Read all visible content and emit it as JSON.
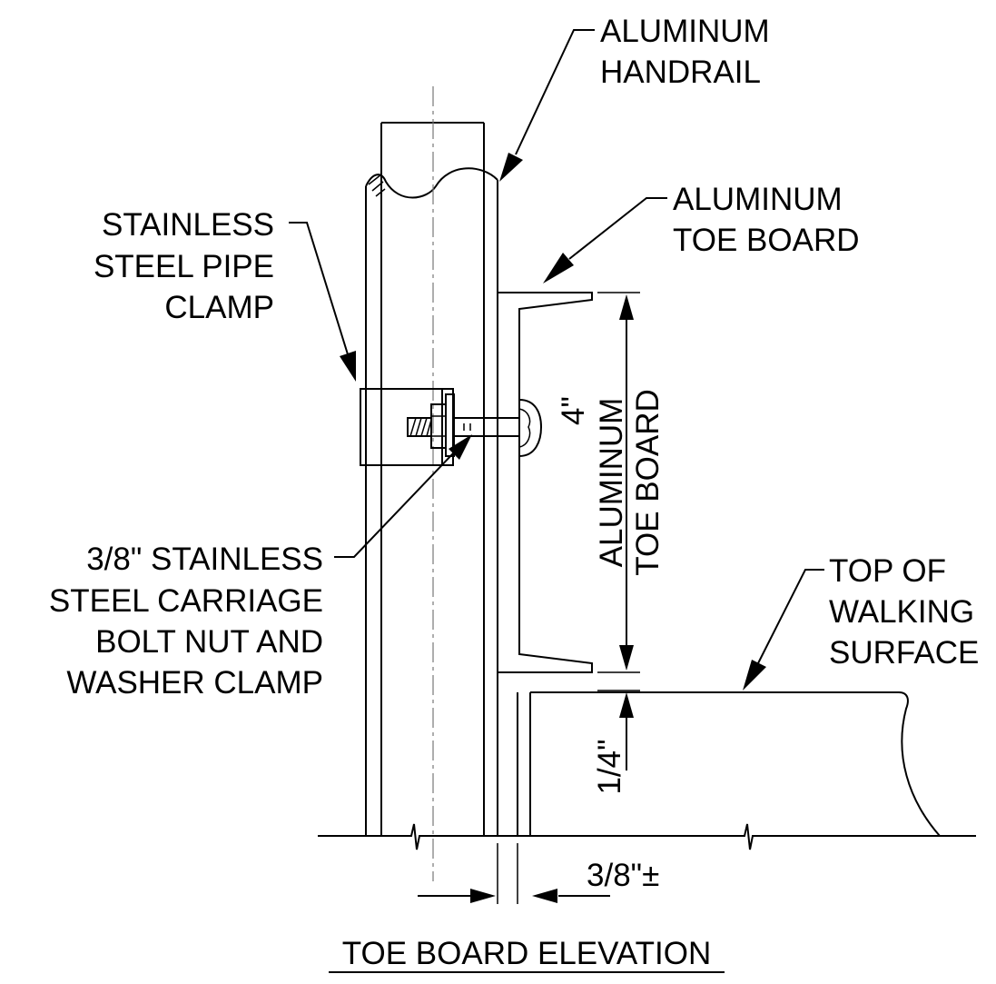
{
  "title": "TOE BOARD ELEVATION",
  "labels": {
    "handrail": [
      "ALUMINUM",
      "HANDRAIL"
    ],
    "toe_board": [
      "ALUMINUM",
      "TOE BOARD"
    ],
    "pipe_clamp": [
      "STAINLESS",
      "STEEL PIPE",
      "CLAMP"
    ],
    "bolt": [
      "3/8\" STAINLESS",
      "STEEL CARRIAGE",
      "BOLT NUT AND",
      "WASHER CLAMP"
    ],
    "walking_surface": [
      "TOP OF",
      "WALKING",
      "SURFACE"
    ]
  },
  "dimensions": {
    "toe_board_height": "4\"",
    "toe_board_height_note": [
      "ALUMINUM",
      "TOE BOARD"
    ],
    "gap": "1/4\"",
    "offset": "3/8\"±"
  }
}
